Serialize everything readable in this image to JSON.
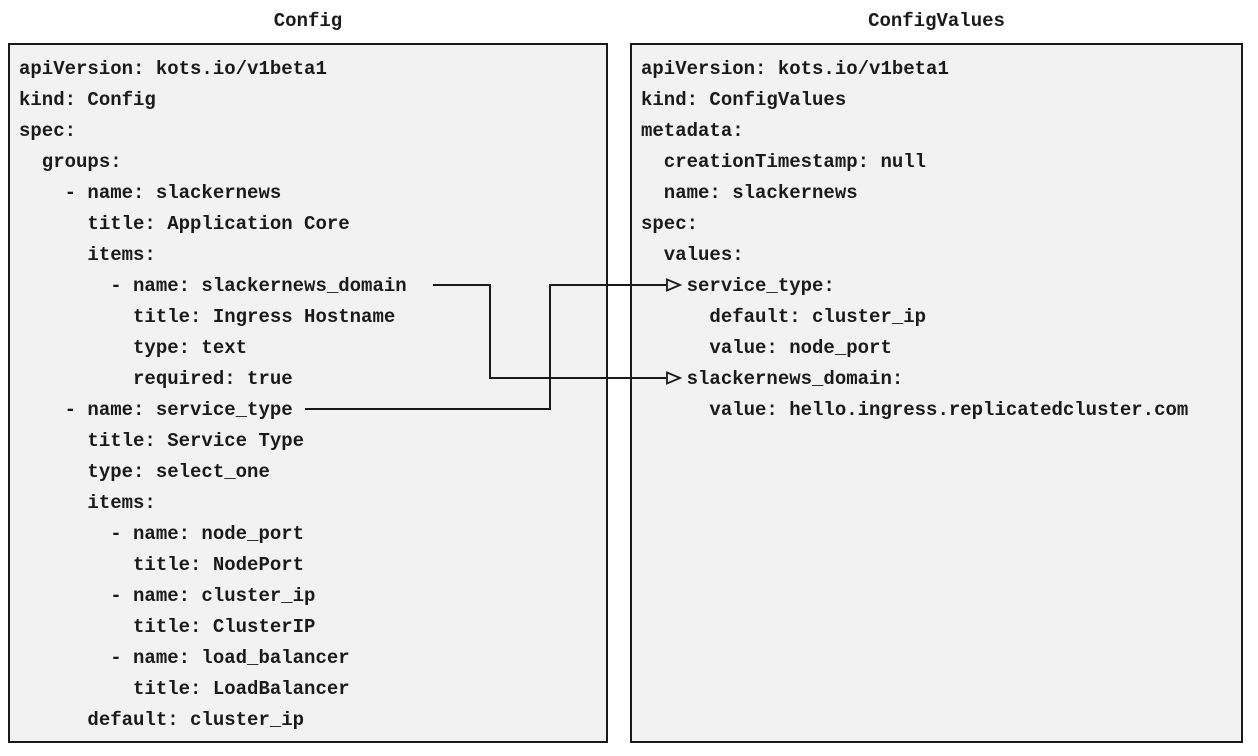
{
  "diagram": {
    "left_panel": {
      "title": "Config",
      "code_lines": [
        "apiVersion: kots.io/v1beta1",
        "kind: Config",
        "spec:",
        "  groups:",
        "    - name: slackernews",
        "      title: Application Core",
        "      items:",
        "        - name: slackernews_domain",
        "          title: Ingress Hostname",
        "          type: text",
        "          required: true",
        "    - name: service_type",
        "      title: Service Type",
        "      type: select_one",
        "      items:",
        "        - name: node_port",
        "          title: NodePort",
        "        - name: cluster_ip",
        "          title: ClusterIP",
        "        - name: load_balancer",
        "          title: LoadBalancer",
        "      default: cluster_ip"
      ]
    },
    "right_panel": {
      "title": "ConfigValues",
      "code_lines": [
        "apiVersion: kots.io/v1beta1",
        "kind: ConfigValues",
        "metadata:",
        "  creationTimestamp: null",
        "  name: slackernews",
        "spec:",
        "  values:",
        "    service_type:",
        "      default: cluster_ip",
        "      value: node_port",
        "    slackernews_domain:",
        "      value: hello.ingress.replicatedcluster.com"
      ]
    },
    "connections": [
      {
        "from": "Config item name: slackernews_domain",
        "to": "ConfigValues key: slackernews_domain"
      },
      {
        "from": "Config item name: service_type",
        "to": "ConfigValues key: service_type"
      }
    ],
    "colors": {
      "page_background": "#ffffff",
      "box_background": "#f2f2f2",
      "box_border": "#1a1a1a",
      "text": "#1a1a1a",
      "arrow": "#1a1a1a"
    }
  }
}
